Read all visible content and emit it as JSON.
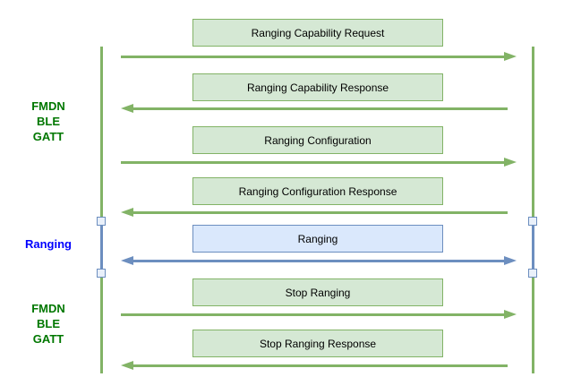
{
  "colors": {
    "green_stroke": "#82b366",
    "green_fill": "#d5e8d4",
    "blue_stroke": "#6c8ebf",
    "blue_fill": "#dae8fc",
    "section_label_green": "#007700",
    "section_label_blue": "#0000ff",
    "message_text": "#000000",
    "activation_marker_fill": "#e9f0fa",
    "background": "#ffffff"
  },
  "section_labels": [
    {
      "text": "FMDN\nBLE\nGATT",
      "color": "green"
    },
    {
      "text": "Ranging",
      "color": "blue"
    },
    {
      "text": "FMDN\nBLE\nGATT",
      "color": "green"
    }
  ],
  "messages": [
    {
      "label": "Ranging Capability Request",
      "direction": "right",
      "channel": "gatt"
    },
    {
      "label": "Ranging Capability Response",
      "direction": "left",
      "channel": "gatt"
    },
    {
      "label": "Ranging Configuration",
      "direction": "right",
      "channel": "gatt"
    },
    {
      "label": "Ranging Configuration Response",
      "direction": "left",
      "channel": "gatt"
    },
    {
      "label": "Ranging",
      "direction": "both",
      "channel": "ranging"
    },
    {
      "label": "Stop Ranging",
      "direction": "right",
      "channel": "gatt"
    },
    {
      "label": "Stop Ranging Response",
      "direction": "left",
      "channel": "gatt"
    }
  ],
  "lifelines": [
    {
      "side": "left"
    },
    {
      "side": "right"
    }
  ]
}
